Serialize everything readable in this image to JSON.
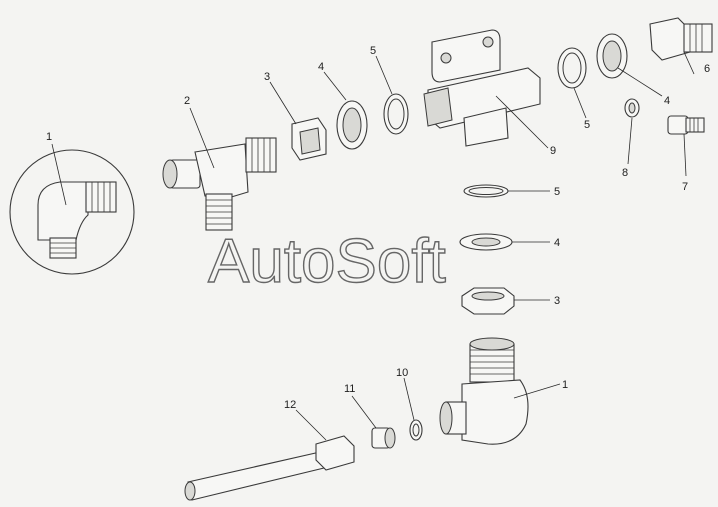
{
  "watermark": "AutoSoft",
  "callouts": [
    {
      "id": "c1a",
      "text": "1"
    },
    {
      "id": "c2",
      "text": "2"
    },
    {
      "id": "c3a",
      "text": "3"
    },
    {
      "id": "c4a",
      "text": "4"
    },
    {
      "id": "c5a",
      "text": "5"
    },
    {
      "id": "c9",
      "text": "9"
    },
    {
      "id": "c5b",
      "text": "5"
    },
    {
      "id": "c4b",
      "text": "4"
    },
    {
      "id": "c6",
      "text": "6"
    },
    {
      "id": "c8",
      "text": "8"
    },
    {
      "id": "c7",
      "text": "7"
    },
    {
      "id": "c5c",
      "text": "5"
    },
    {
      "id": "c4c",
      "text": "4"
    },
    {
      "id": "c3b",
      "text": "3"
    },
    {
      "id": "c12",
      "text": "12"
    },
    {
      "id": "c11",
      "text": "11"
    },
    {
      "id": "c10",
      "text": "10"
    },
    {
      "id": "c1b",
      "text": "1"
    }
  ]
}
